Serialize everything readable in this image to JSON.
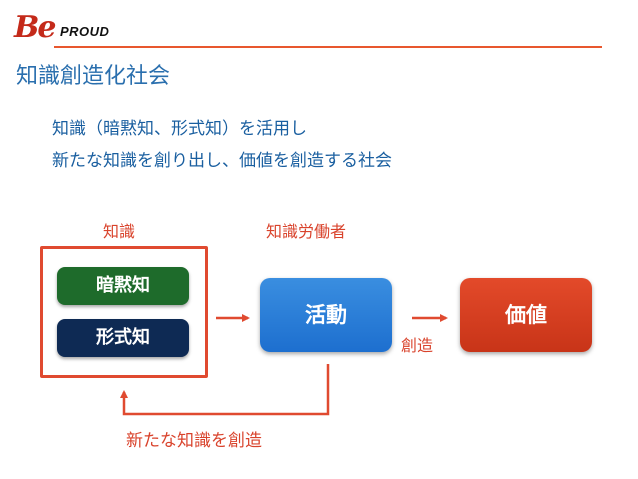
{
  "logo": {
    "mark": "Be",
    "text": "PROUD"
  },
  "title": "知識創造化社会",
  "lead_lines": [
    "知識（暗黙知、形式知）を活用し",
    "新たな知識を創り出し、価値を創造する社会"
  ],
  "diagram": {
    "group_label": "知識",
    "tacit": "暗黙知",
    "explicit": "形式知",
    "worker_label": "知識労働者",
    "activity": "活動",
    "value": "価値",
    "create_label": "創造",
    "feedback_label": "新たな知識を創造"
  },
  "colors": {
    "title_blue": "#2a6fae",
    "accent_red": "#e04a30",
    "tacit_green": "#1e6b2b",
    "explicit_navy": "#0e2a54",
    "activity_blue": "#1d6fcf",
    "value_red": "#c83418"
  }
}
